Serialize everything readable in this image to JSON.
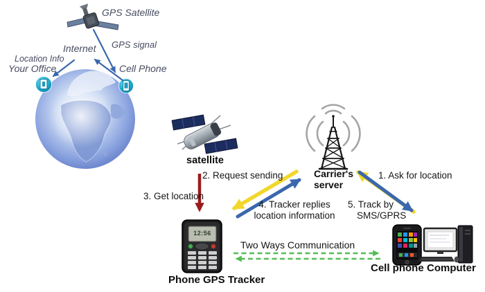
{
  "globe_area": {
    "gps_satellite": "GPS Satellite",
    "gps_signal": "GPS signal",
    "internet": "Internet",
    "location_info": "Location Info",
    "your_office": "Your Office",
    "cell_phone": "Cell Phone"
  },
  "nodes": {
    "satellite": "satellite",
    "carrier_line1": "Carrier's",
    "carrier_line2": "server",
    "tracker": "Phone GPS Tracker",
    "tracker_time": "12:56",
    "cell_phone": "Cell phone",
    "computer": "Computer"
  },
  "steps": {
    "s1": "1. Ask for location",
    "s2": "2. Request sending",
    "s3": "3. Get location",
    "s4_line1": "4. Tracker replies",
    "s4_line2": "location information",
    "s5_line1": "5. Track by",
    "s5_line2": "SMS/GPRS",
    "two_ways": "Two Ways Communication"
  },
  "arrow_colors": {
    "yellow": "#f1d72c",
    "blue": "#3a67ae",
    "nav_blue": "#3a67ae",
    "red": "#9a1c1e",
    "green": "#54bd54"
  }
}
